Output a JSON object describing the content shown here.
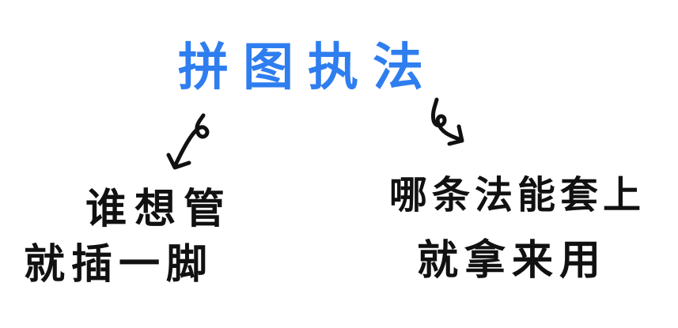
{
  "title": "拼图执法",
  "left_branch": {
    "line1": "谁想管",
    "line2": "就插一脚"
  },
  "right_branch": {
    "line1": "哪条法能套上",
    "line2": "就拿来用"
  },
  "colors": {
    "title": "#2f7ef0",
    "text": "#111111",
    "arrow": "#111111",
    "background": "#ffffff"
  },
  "icons": {
    "left_arrow": "curly-arrow-down-left-icon",
    "right_arrow": "curly-arrow-down-right-icon"
  }
}
